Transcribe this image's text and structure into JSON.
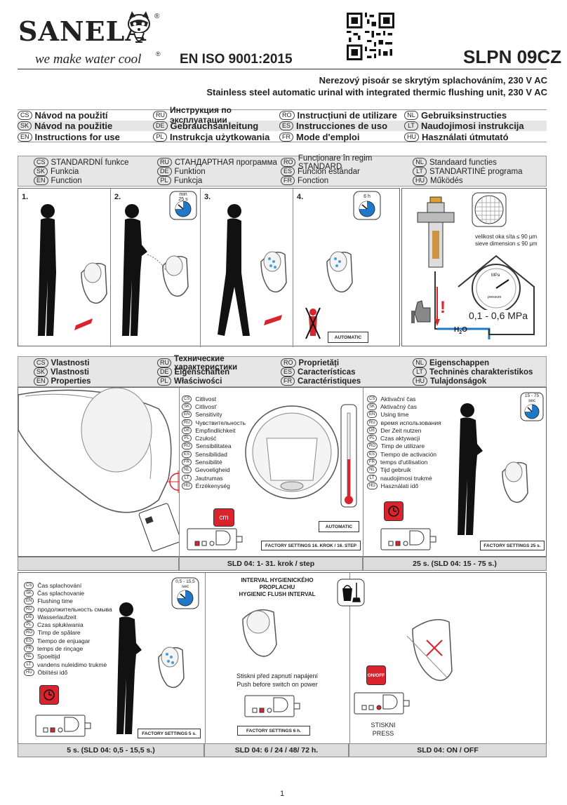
{
  "header": {
    "logo_text": "SANELA",
    "registered": "®",
    "tagline": "we make water cool",
    "iso": "EN ISO 9001:2015",
    "model": "SLPN 09CZ",
    "subtitle_cz": "Nerezový pisoár se skrytým splachováním, 230 V AC",
    "subtitle_en": "Stainless steel automatic urinal with integrated thermic flushing unit, 230 V AC"
  },
  "languages": [
    [
      {
        "code": "CS",
        "label": "Návod na použití"
      },
      {
        "code": "RU",
        "label": "Инструкция по эксплуатации"
      },
      {
        "code": "RO",
        "label": "Instrucțiuni de utilizare"
      },
      {
        "code": "NL",
        "label": "Gebruiksinstructies"
      }
    ],
    [
      {
        "code": "SK",
        "label": "Návod na použitie"
      },
      {
        "code": "DE",
        "label": "Gebrauchsanleitung"
      },
      {
        "code": "ES",
        "label": "Instrucciones de uso"
      },
      {
        "code": "LT",
        "label": "Naudojimosi instrukcija"
      }
    ],
    [
      {
        "code": "EN",
        "label": "Instructions for use"
      },
      {
        "code": "PL",
        "label": "Instrukcja użytkowania"
      },
      {
        "code": "FR",
        "label": "Mode d'emploi"
      },
      {
        "code": "HU",
        "label": "Használati útmutató"
      }
    ]
  ],
  "function_head": [
    [
      {
        "code": "CS",
        "label": "STANDARDNÍ funkce"
      },
      {
        "code": "RU",
        "label": "СТАНДАРТНАЯ программа"
      },
      {
        "code": "RO",
        "label": "Funcționare în regim STANDARD"
      },
      {
        "code": "NL",
        "label": "Standaard functies"
      }
    ],
    [
      {
        "code": "SK",
        "label": "Funkcia"
      },
      {
        "code": "DE",
        "label": "Funktion"
      },
      {
        "code": "ES",
        "label": "Función estándar"
      },
      {
        "code": "LT",
        "label": "STANDARTINĖ programa"
      }
    ],
    [
      {
        "code": "EN",
        "label": "Function"
      },
      {
        "code": "PL",
        "label": "Funkcja"
      },
      {
        "code": "FR",
        "label": "Fonction"
      },
      {
        "code": "HU",
        "label": "Működés"
      }
    ]
  ],
  "steps": {
    "s1": "1.",
    "s2": "2.",
    "s3": "3.",
    "s4": "4.",
    "s2_timer_top": "min",
    "s2_timer_val": "25 s",
    "s4_timer_val": "6 h",
    "automatic": "AUTOMATIC"
  },
  "filter": {
    "sieve_cz": "velikost oka síta ≤ 90 μm",
    "sieve_en": "sieve dimension ≤ 90 μm",
    "pressure": "0,1 - 0,6 MPa",
    "gauge_unit": "MPa",
    "gauge_label": "pressure",
    "excl": "!",
    "water": "H",
    "water_sub": "2",
    "water_end": "O"
  },
  "properties_head": [
    [
      {
        "code": "CS",
        "label": "Vlastnosti"
      },
      {
        "code": "RU",
        "label": "Технические характеристики"
      },
      {
        "code": "RO",
        "label": "Proprietăți"
      },
      {
        "code": "NL",
        "label": "Eigenschappen"
      }
    ],
    [
      {
        "code": "SK",
        "label": "Vlastnosti"
      },
      {
        "code": "DE",
        "label": "Eigenschaften"
      },
      {
        "code": "ES",
        "label": "Características"
      },
      {
        "code": "LT",
        "label": "Techninės charakteristikos"
      }
    ],
    [
      {
        "code": "EN",
        "label": "Properties"
      },
      {
        "code": "PL",
        "label": "Właściwości"
      },
      {
        "code": "FR",
        "label": "Caractéristiques"
      },
      {
        "code": "HU",
        "label": "Tulajdonságok"
      }
    ]
  ],
  "sensitivity": {
    "items": [
      {
        "code": "CS",
        "label": "Citlivost"
      },
      {
        "code": "SK",
        "label": "Citlivosť"
      },
      {
        "code": "EN",
        "label": "Sensitivity"
      },
      {
        "code": "RU",
        "label": "Чувствительность"
      },
      {
        "code": "DE",
        "label": "Empfindlichkeit"
      },
      {
        "code": "PL",
        "label": "Czułość"
      },
      {
        "code": "RO",
        "label": "Sensibilitatea"
      },
      {
        "code": "ES",
        "label": "Sensibilidad"
      },
      {
        "code": "FR",
        "label": "Sensibilité"
      },
      {
        "code": "NL",
        "label": "Gevoeligheid"
      },
      {
        "code": "LT",
        "label": "Jautrumas"
      },
      {
        "code": "HU",
        "label": "Érzékenység"
      }
    ],
    "btn": "cm",
    "automatic": "AUTOMATIC",
    "factory": "FACTORY SETTINGS 16. KROK / 16. STEP",
    "footer": "SLD 04: 1- 31. krok / step"
  },
  "activation": {
    "items": [
      {
        "code": "CS",
        "label": "Aktivační čas"
      },
      {
        "code": "SK",
        "label": "Aktivačný čas"
      },
      {
        "code": "EN",
        "label": "Using time"
      },
      {
        "code": "RU",
        "label": "время использования"
      },
      {
        "code": "DE",
        "label": "Der Zeit nutzen"
      },
      {
        "code": "PL",
        "label": "Czas aktywacji"
      },
      {
        "code": "RO",
        "label": "Timp de utilizare"
      },
      {
        "code": "ES",
        "label": "Tiempo de activación"
      },
      {
        "code": "FR",
        "label": "temps d'utilisation"
      },
      {
        "code": "NL",
        "label": "Tijd gebruik"
      },
      {
        "code": "LT",
        "label": "naudojimosi trukmė"
      },
      {
        "code": "HU",
        "label": "Használati idő"
      }
    ],
    "timer_val": "15 - 75",
    "timer_unit": "sec",
    "factory": "FACTORY SETTINGS 25 s.",
    "footer": "25 s. (SLD 04: 15 - 75 s.)"
  },
  "flush": {
    "items": [
      {
        "code": "CS",
        "label": "Čas splachování"
      },
      {
        "code": "SK",
        "label": "Čas splachovanie"
      },
      {
        "code": "EN",
        "label": "Flushing time"
      },
      {
        "code": "RU",
        "label": "продолжительность смыва"
      },
      {
        "code": "DE",
        "label": "Wasserlaufzeit"
      },
      {
        "code": "PL",
        "label": "Czas spłukiwania"
      },
      {
        "code": "RO",
        "label": "Timp de spălare"
      },
      {
        "code": "ES",
        "label": "Tiempo de enjuagar"
      },
      {
        "code": "FR",
        "label": "temps de rinçage"
      },
      {
        "code": "NL",
        "label": "Spoeltijd"
      },
      {
        "code": "LT",
        "label": "vandens nuleidimo trukmė"
      },
      {
        "code": "HU",
        "label": "Öblítési idő"
      }
    ],
    "timer_val": "0,5 - 15,5",
    "timer_unit": "sec",
    "factory": "FACTORY SETTINGS 5 s.",
    "footer": "5 s. (SLD 04: 0,5 - 15,5 s.)"
  },
  "hygiene": {
    "title_cz": "INTERVAL HYGIENICKÉHO",
    "title_cz2": "PROPLACHU",
    "title_en": "HYGIENIC FLUSH INTERVAL",
    "push_cz": "Stiskni před zapnutí napájení",
    "push_en": "Push before switch on power",
    "factory": "FACTORY SETTINGS 6 h.",
    "footer": "SLD 04: 6  / 24 / 48/ 72 h."
  },
  "onoff": {
    "btn": "ON/OFF",
    "press_cz": "STISKNI",
    "press_en": "PRESS",
    "footer": "SLD 04: ON / OFF"
  },
  "page_number": "1",
  "colors": {
    "accent_red": "#d9232d",
    "timer_blue": "#1f78c8",
    "panel_grey": "#e6e6e6"
  }
}
